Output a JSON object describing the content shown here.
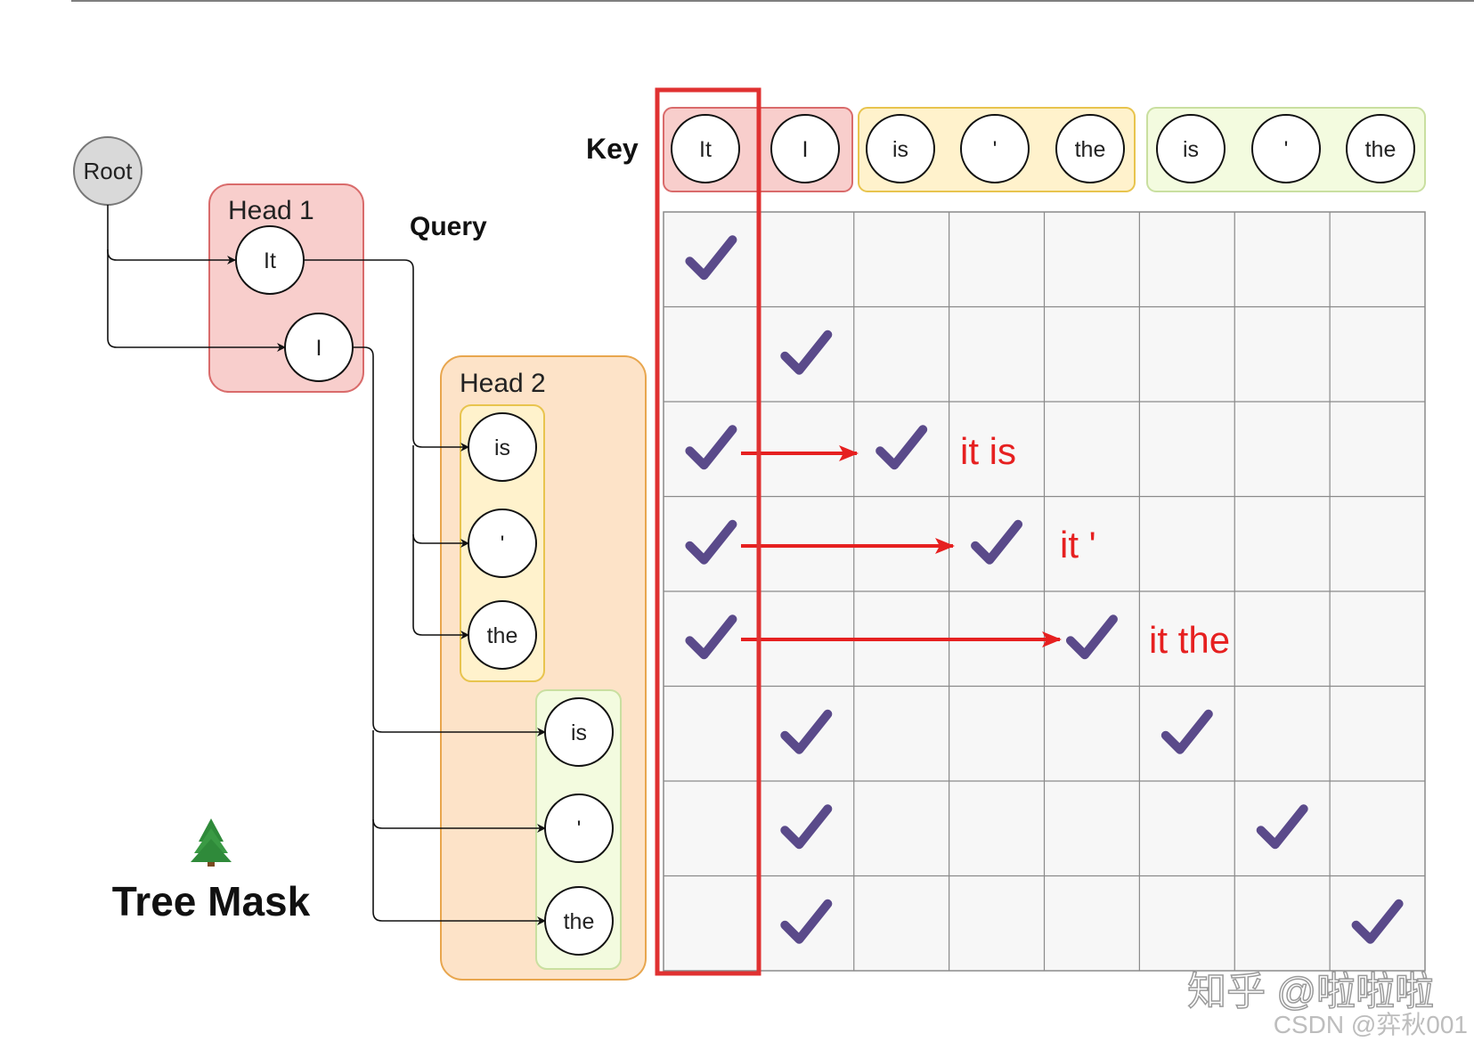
{
  "diagram": {
    "title": "Tree Mask",
    "root_label": "Root",
    "query_label": "Query",
    "key_label": "Key",
    "head1_label": "Head 1",
    "head2_label": "Head 2",
    "query_nodes": [
      "It",
      "I",
      "is",
      "'",
      "the",
      "is",
      "'",
      "the"
    ],
    "key_tokens": [
      "It",
      "I",
      "is",
      "'",
      "the",
      "is",
      "'",
      "the"
    ],
    "mask": [
      [
        1,
        0,
        0,
        0,
        0,
        0,
        0,
        0
      ],
      [
        0,
        1,
        0,
        0,
        0,
        0,
        0,
        0
      ],
      [
        1,
        0,
        1,
        0,
        0,
        0,
        0,
        0
      ],
      [
        1,
        0,
        0,
        1,
        0,
        0,
        0,
        0
      ],
      [
        1,
        0,
        0,
        0,
        1,
        0,
        0,
        0
      ],
      [
        0,
        1,
        0,
        0,
        0,
        1,
        0,
        0
      ],
      [
        0,
        1,
        0,
        0,
        0,
        0,
        1,
        0
      ],
      [
        0,
        1,
        0,
        0,
        0,
        0,
        0,
        1
      ]
    ],
    "annotations": [
      "it is",
      "it '",
      "it the"
    ],
    "watermarks": [
      "知乎 @啦啦啦",
      "CSDN @弈秋001"
    ]
  },
  "colors": {
    "head1_fill": "#f8cecc",
    "head1_stroke": "#d96b6b",
    "head2_fill": "#fde3c8",
    "head2_stroke": "#e8a64e",
    "sub1_fill": "#fff2cc",
    "sub1_stroke": "#e8c44e",
    "sub2_fill": "#f3fbdf",
    "sub2_stroke": "#c9dfa0",
    "grid_fill": "#f7f7f7",
    "grid_line": "#8a8a8a",
    "check": "#5a4a8a",
    "highlight": "#e03131",
    "arrow": "#e62020",
    "root_fill": "#d9d9d9"
  },
  "icons": [
    "tree-icon",
    "check-icon",
    "arrow-icon"
  ]
}
